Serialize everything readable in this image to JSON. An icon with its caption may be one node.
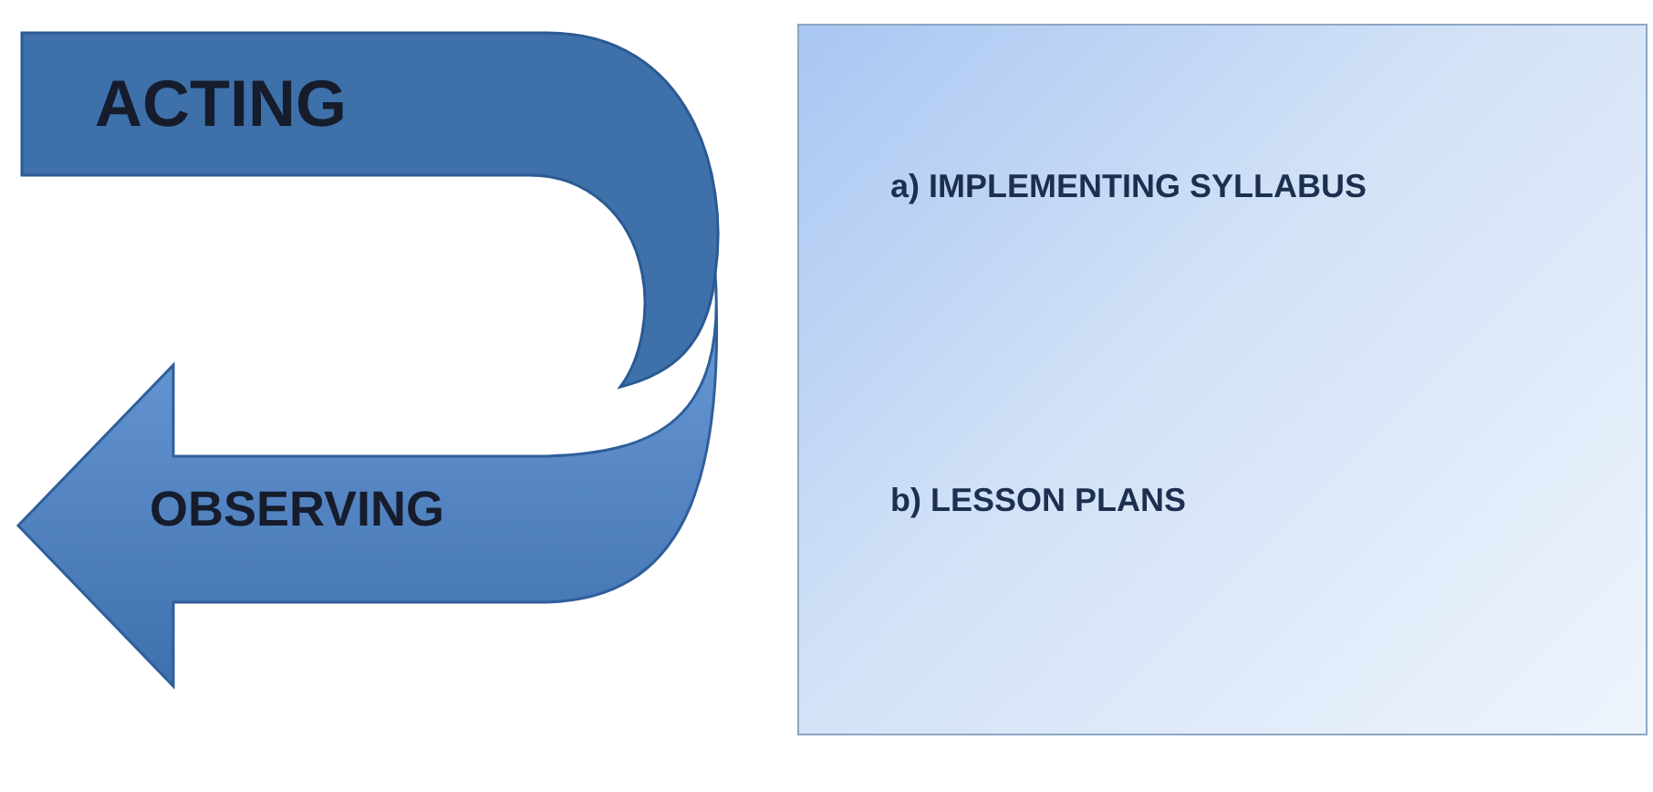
{
  "diagram": {
    "nodes": [
      {
        "text": [
          "ACTING",
          "OBSERVING"
        ]
      },
      {
        "text": [
          "a) IMPLEMENTING SYLLABUS",
          "b) LESSON PLANS"
        ]
      }
    ]
  }
}
